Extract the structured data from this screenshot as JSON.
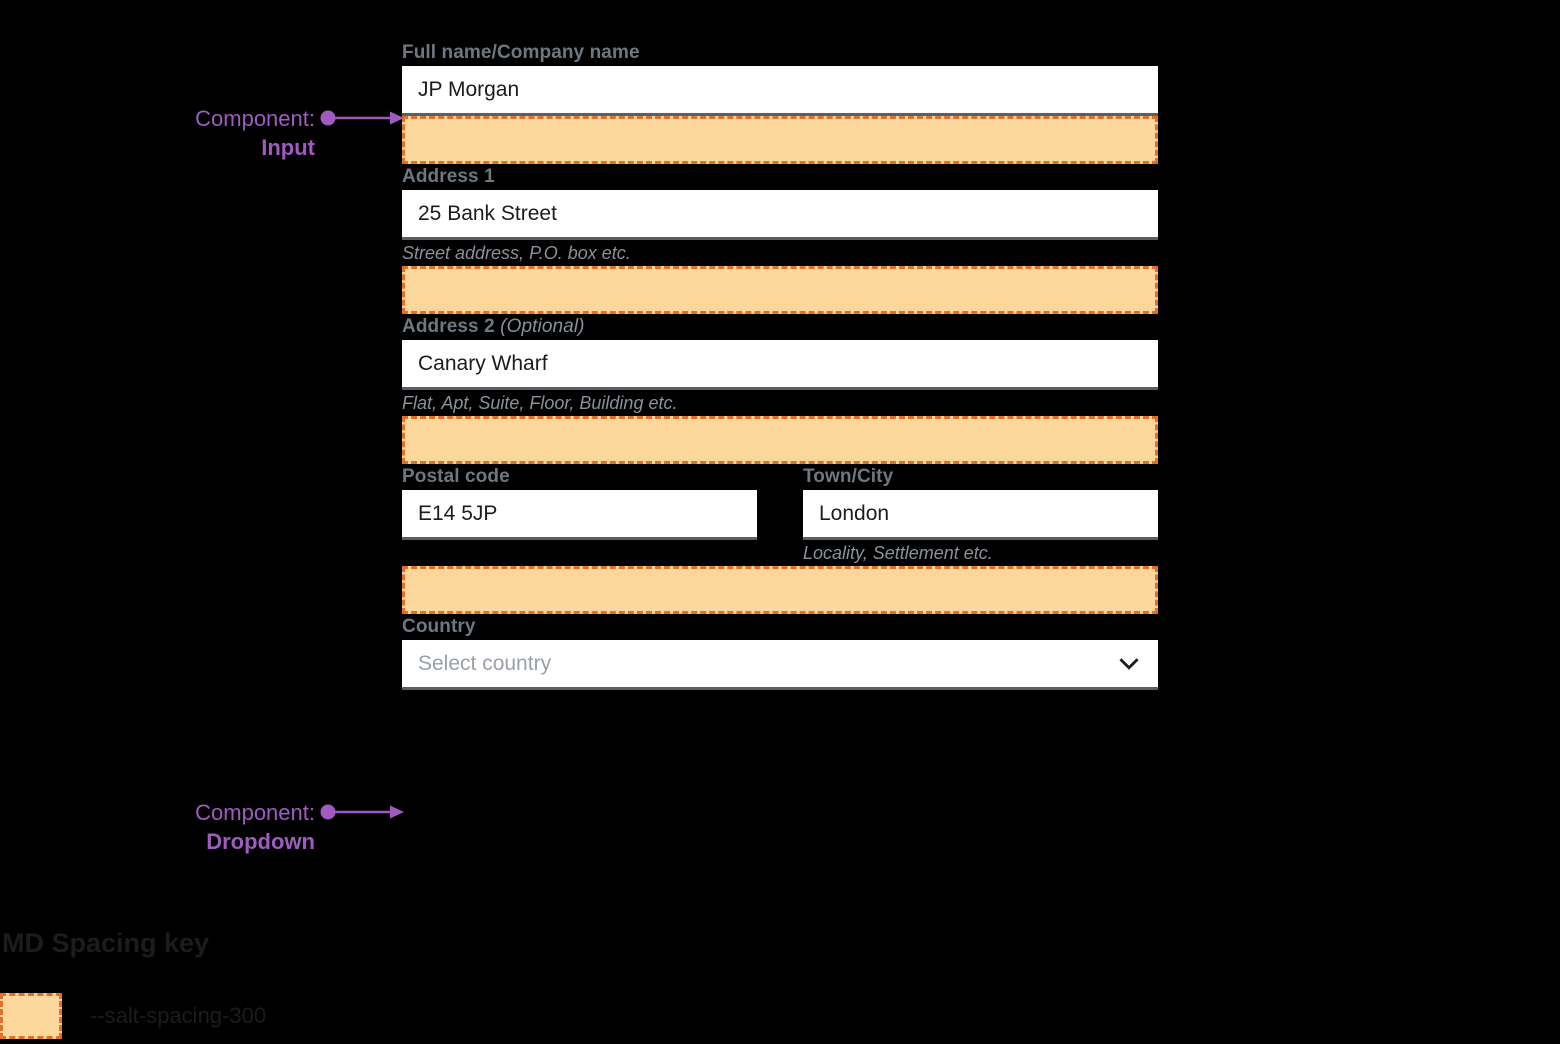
{
  "page": {
    "background_color": "#000000",
    "annotation_color": "#a05bc0",
    "label_color": "#6f7781",
    "helper_color": "#8b9199",
    "spacing_fill": "#fcd79b",
    "spacing_border": "#e2702a",
    "input_background": "#ffffff",
    "input_underline": "#5a5f66"
  },
  "annotations": [
    {
      "id": "input",
      "line1": "Component:",
      "line2": "Input",
      "points_to": "full-name-input"
    },
    {
      "id": "dropdown",
      "line1": "Component:",
      "line2": "Dropdown",
      "points_to": "country-dropdown"
    }
  ],
  "form": {
    "fields": [
      {
        "id": "full-name",
        "label": "Full name/Company name",
        "optional_suffix": "",
        "value": "JP Morgan",
        "placeholder": "",
        "helper": "",
        "type": "input"
      },
      {
        "id": "address-1",
        "label": "Address 1",
        "optional_suffix": "",
        "value": "25 Bank Street",
        "placeholder": "",
        "helper": "Street address, P.O. box etc.",
        "type": "input"
      },
      {
        "id": "address-2",
        "label": "Address 2",
        "optional_suffix": "(Optional)",
        "value": "Canary Wharf",
        "placeholder": "",
        "helper": "Flat, Apt, Suite, Floor, Building etc.",
        "type": "input"
      },
      {
        "id": "postal-code",
        "label": "Postal code",
        "optional_suffix": "",
        "value": "E14 5JP",
        "placeholder": "",
        "helper": "",
        "type": "input"
      },
      {
        "id": "town-city",
        "label": "Town/City",
        "optional_suffix": "",
        "value": "London",
        "placeholder": "",
        "helper": "Locality, Settlement etc.",
        "type": "input"
      },
      {
        "id": "country",
        "label": "Country",
        "optional_suffix": "",
        "value": "",
        "placeholder": "Select country",
        "helper": "",
        "type": "dropdown",
        "icon": "chevron-down-icon"
      }
    ]
  },
  "spacing_key": {
    "title": "MD Spacing key",
    "items": [
      {
        "token": "--salt-spacing-300",
        "fill": "#fcd79b",
        "border": "#e2702a"
      }
    ]
  }
}
